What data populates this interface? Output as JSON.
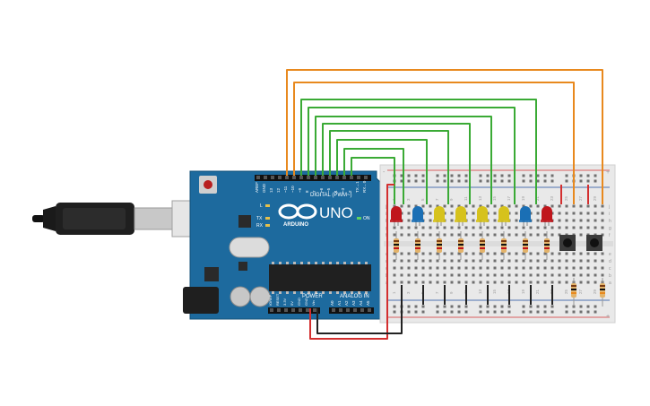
{
  "board": {
    "logo_text": "UNO",
    "brand_text": "ARDUINO",
    "digital_header": "DIGITAL (PWM~)",
    "power_header": "POWER",
    "analog_header": "ANALOG IN",
    "on_label": "ON",
    "l_label": "L",
    "tx_label": "TX",
    "rx_label": "RX",
    "top_pins": [
      "AREF",
      "GND",
      "13",
      "12",
      "~11",
      "~10",
      "~9",
      "8",
      "7",
      "~6",
      "~5",
      "4",
      "~3",
      "2",
      "TX→1",
      "RX←0"
    ],
    "power_pins": [
      "IOREF",
      "RESET",
      "3.3V",
      "5V",
      "GND",
      "GND",
      "Vin"
    ],
    "analog_pins": [
      "A0",
      "A1",
      "A2",
      "A3",
      "A4",
      "A5"
    ]
  },
  "breadboard": {
    "row_letters_top": [
      "j",
      "i",
      "h",
      "g",
      "f"
    ],
    "row_letters_bottom": [
      "e",
      "d",
      "c",
      "b",
      "a"
    ],
    "column_numbers": [
      "1",
      "3",
      "5",
      "7",
      "9",
      "11",
      "13",
      "15",
      "17",
      "19",
      "21",
      "23",
      "25",
      "27",
      "29"
    ],
    "rail_plus": "+",
    "rail_minus": "-"
  },
  "components": {
    "led_colors": [
      "#c0151b",
      "#1a6fb5",
      "#d6c21c",
      "#d6c21c",
      "#d6c21c",
      "#d6c21c",
      "#1a6fb5",
      "#c0151b"
    ],
    "resistor_count": 8,
    "button_count": 2,
    "pulldown_resistor_count": 2
  },
  "wire_colors": {
    "green": "#3aaa35",
    "orange": "#e8891e",
    "red": "#d32f2f",
    "black": "#222222"
  }
}
